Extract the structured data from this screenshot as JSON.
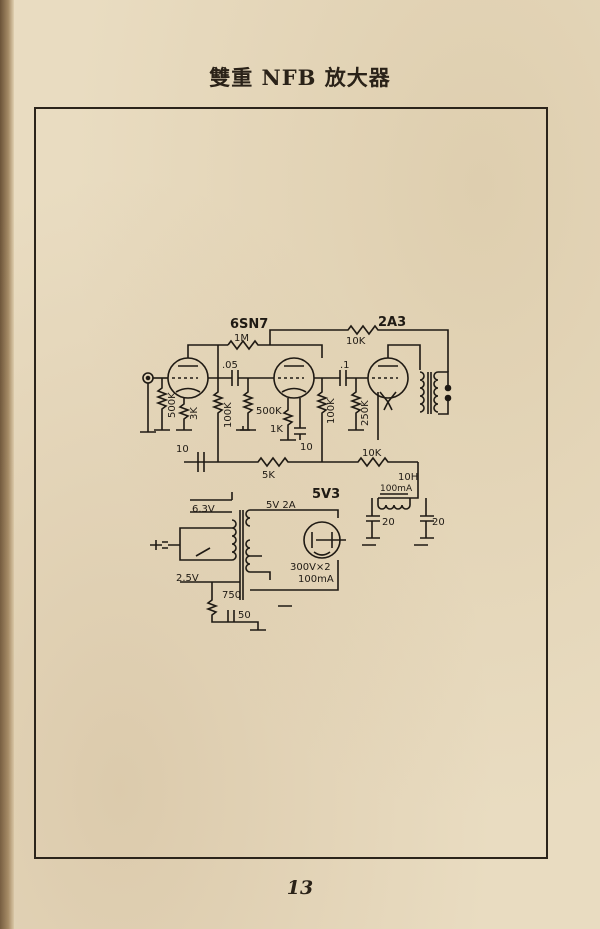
{
  "page": {
    "title": "雙重 NFB 放大器",
    "page_number": "13"
  },
  "schematic": {
    "tubes": {
      "input_tube": "6SN7",
      "output_tube": "2A3",
      "rectifier": "5V3"
    },
    "resistors": {
      "feedback_1m": "1M",
      "feedback_10k_top": "10K",
      "grid_500k": "500K",
      "cathode_3k": "3K",
      "plate_100k_1": "100K",
      "pot_500k": "500K",
      "cathode_1k": "1K",
      "plate_100k_2": "100K",
      "grid_250k": "250K",
      "bus_5k": "5K",
      "bus_10k": "10K",
      "heater_750": "750",
      "heater_50": "50"
    },
    "capacitors": {
      "coupling_05": ".05",
      "coupling_1": ".1",
      "bypass_10": "10",
      "bypass_10_left": "10",
      "filter_20_a": "20",
      "filter_20_b": "20"
    },
    "power": {
      "choke_label": "10H",
      "choke_current": "100mA",
      "heater_63": "6.3V",
      "heater_5v": "5V 2A",
      "heater_25": "2.5V",
      "hv_secondary": "300V×2",
      "hv_current": "100mA"
    }
  }
}
